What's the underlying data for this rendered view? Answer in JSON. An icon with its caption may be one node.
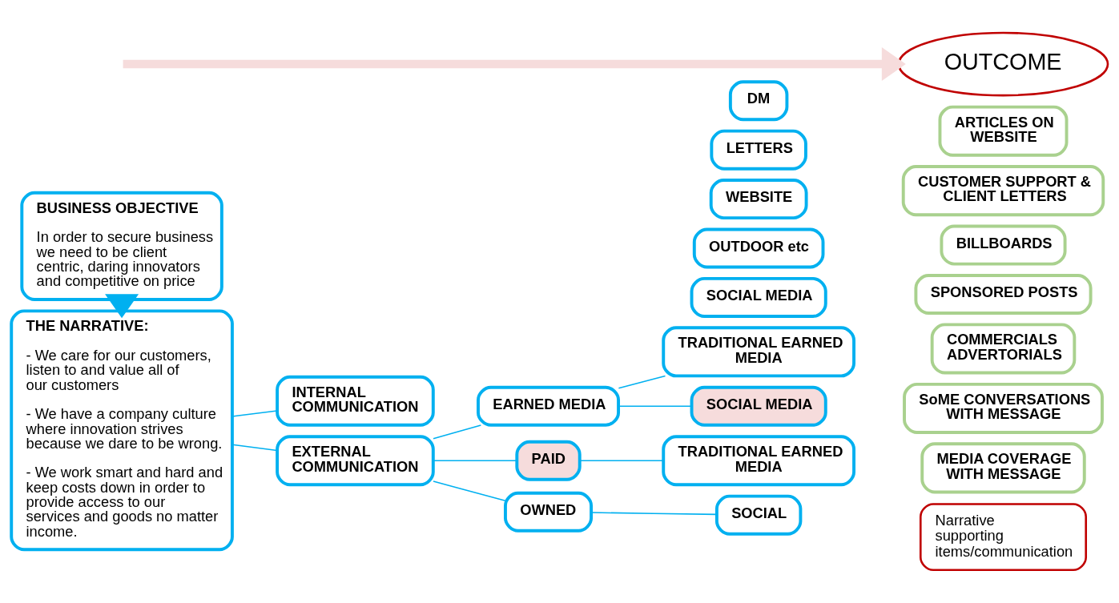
{
  "diagram": {
    "nodes": [
      {
        "text": [
          "THE NARRATIVE:",
          "- We care for our customers, listen to and value all of our customers",
          "- We have a company culture where innovation strives because we dare to be wrong.",
          "- We work smart and hard and keep costs down in order to provide access to our services and goods no matter income."
        ]
      },
      {
        "text": [
          "BUSINESS OBJECTIVE",
          "In order to secure business we need to be client centric, daring innovators and competitive on price"
        ]
      },
      {
        "text": [
          "INTERNAL COMMUNICATION"
        ]
      },
      {
        "text": [
          "EXTERNAL COMMUNICATION"
        ]
      },
      {
        "text": [
          "EARNED MEDIA"
        ]
      },
      {
        "text": [
          "PAID"
        ]
      },
      {
        "text": [
          "OWNED"
        ]
      },
      {
        "text": [
          "TRADITIONAL EARNED MEDIA"
        ]
      },
      {
        "text": [
          "SOCIAL MEDIA"
        ]
      },
      {
        "text": [
          "TRADITIONAL EARNED MEDIA"
        ]
      },
      {
        "text": [
          "SOCIAL MEDIA"
        ]
      },
      {
        "text": [
          "OUTDOOR etc"
        ]
      },
      {
        "text": [
          "SOCIAL"
        ]
      },
      {
        "text": [
          "WEBSITE"
        ]
      },
      {
        "text": [
          "LETTERS"
        ]
      },
      {
        "text": [
          "DM"
        ]
      },
      {
        "text": [
          "Narrative supporting items/communication"
        ]
      },
      {
        "text": [
          "MEDIA COVERAGE WITH MESSAGE"
        ]
      },
      {
        "text": [
          "SoME CONVERSATIONS WITH MESSAGE"
        ]
      },
      {
        "text": [
          "COMMERCIALS ADVERTORIALS"
        ]
      },
      {
        "text": [
          "SPONSORED POSTS"
        ]
      },
      {
        "text": [
          "BILLBOARDS"
        ]
      },
      {
        "text": [
          "CUSTOMER SUPPORT & CLIENT LETTERS"
        ]
      },
      {
        "text": [
          "ARTICLES ON WEBSITE"
        ]
      },
      {
        "text": [
          "OUTCOME"
        ]
      }
    ],
    "edges": [
      {
        "from": 1,
        "to": 0,
        "arrow": "to",
        "style": "thick"
      },
      {
        "from": 0,
        "to": 2,
        "arrow": "none"
      },
      {
        "from": 0,
        "to": 3,
        "arrow": "none"
      },
      {
        "from": 3,
        "to": 4,
        "arrow": "none"
      },
      {
        "from": 3,
        "to": 5,
        "arrow": "none"
      },
      {
        "from": 3,
        "to": 6,
        "arrow": "none"
      },
      {
        "from": 4,
        "to": 7,
        "arrow": "none"
      },
      {
        "from": 4,
        "to": 8,
        "arrow": "none"
      },
      {
        "from": 5,
        "to": 9,
        "arrow": "none"
      },
      {
        "from": 6,
        "to": 12,
        "arrow": "none"
      },
      {
        "from": null,
        "to": 24,
        "arrow": "to",
        "style": "thick",
        "color": "#f6dcdc"
      }
    ]
  }
}
